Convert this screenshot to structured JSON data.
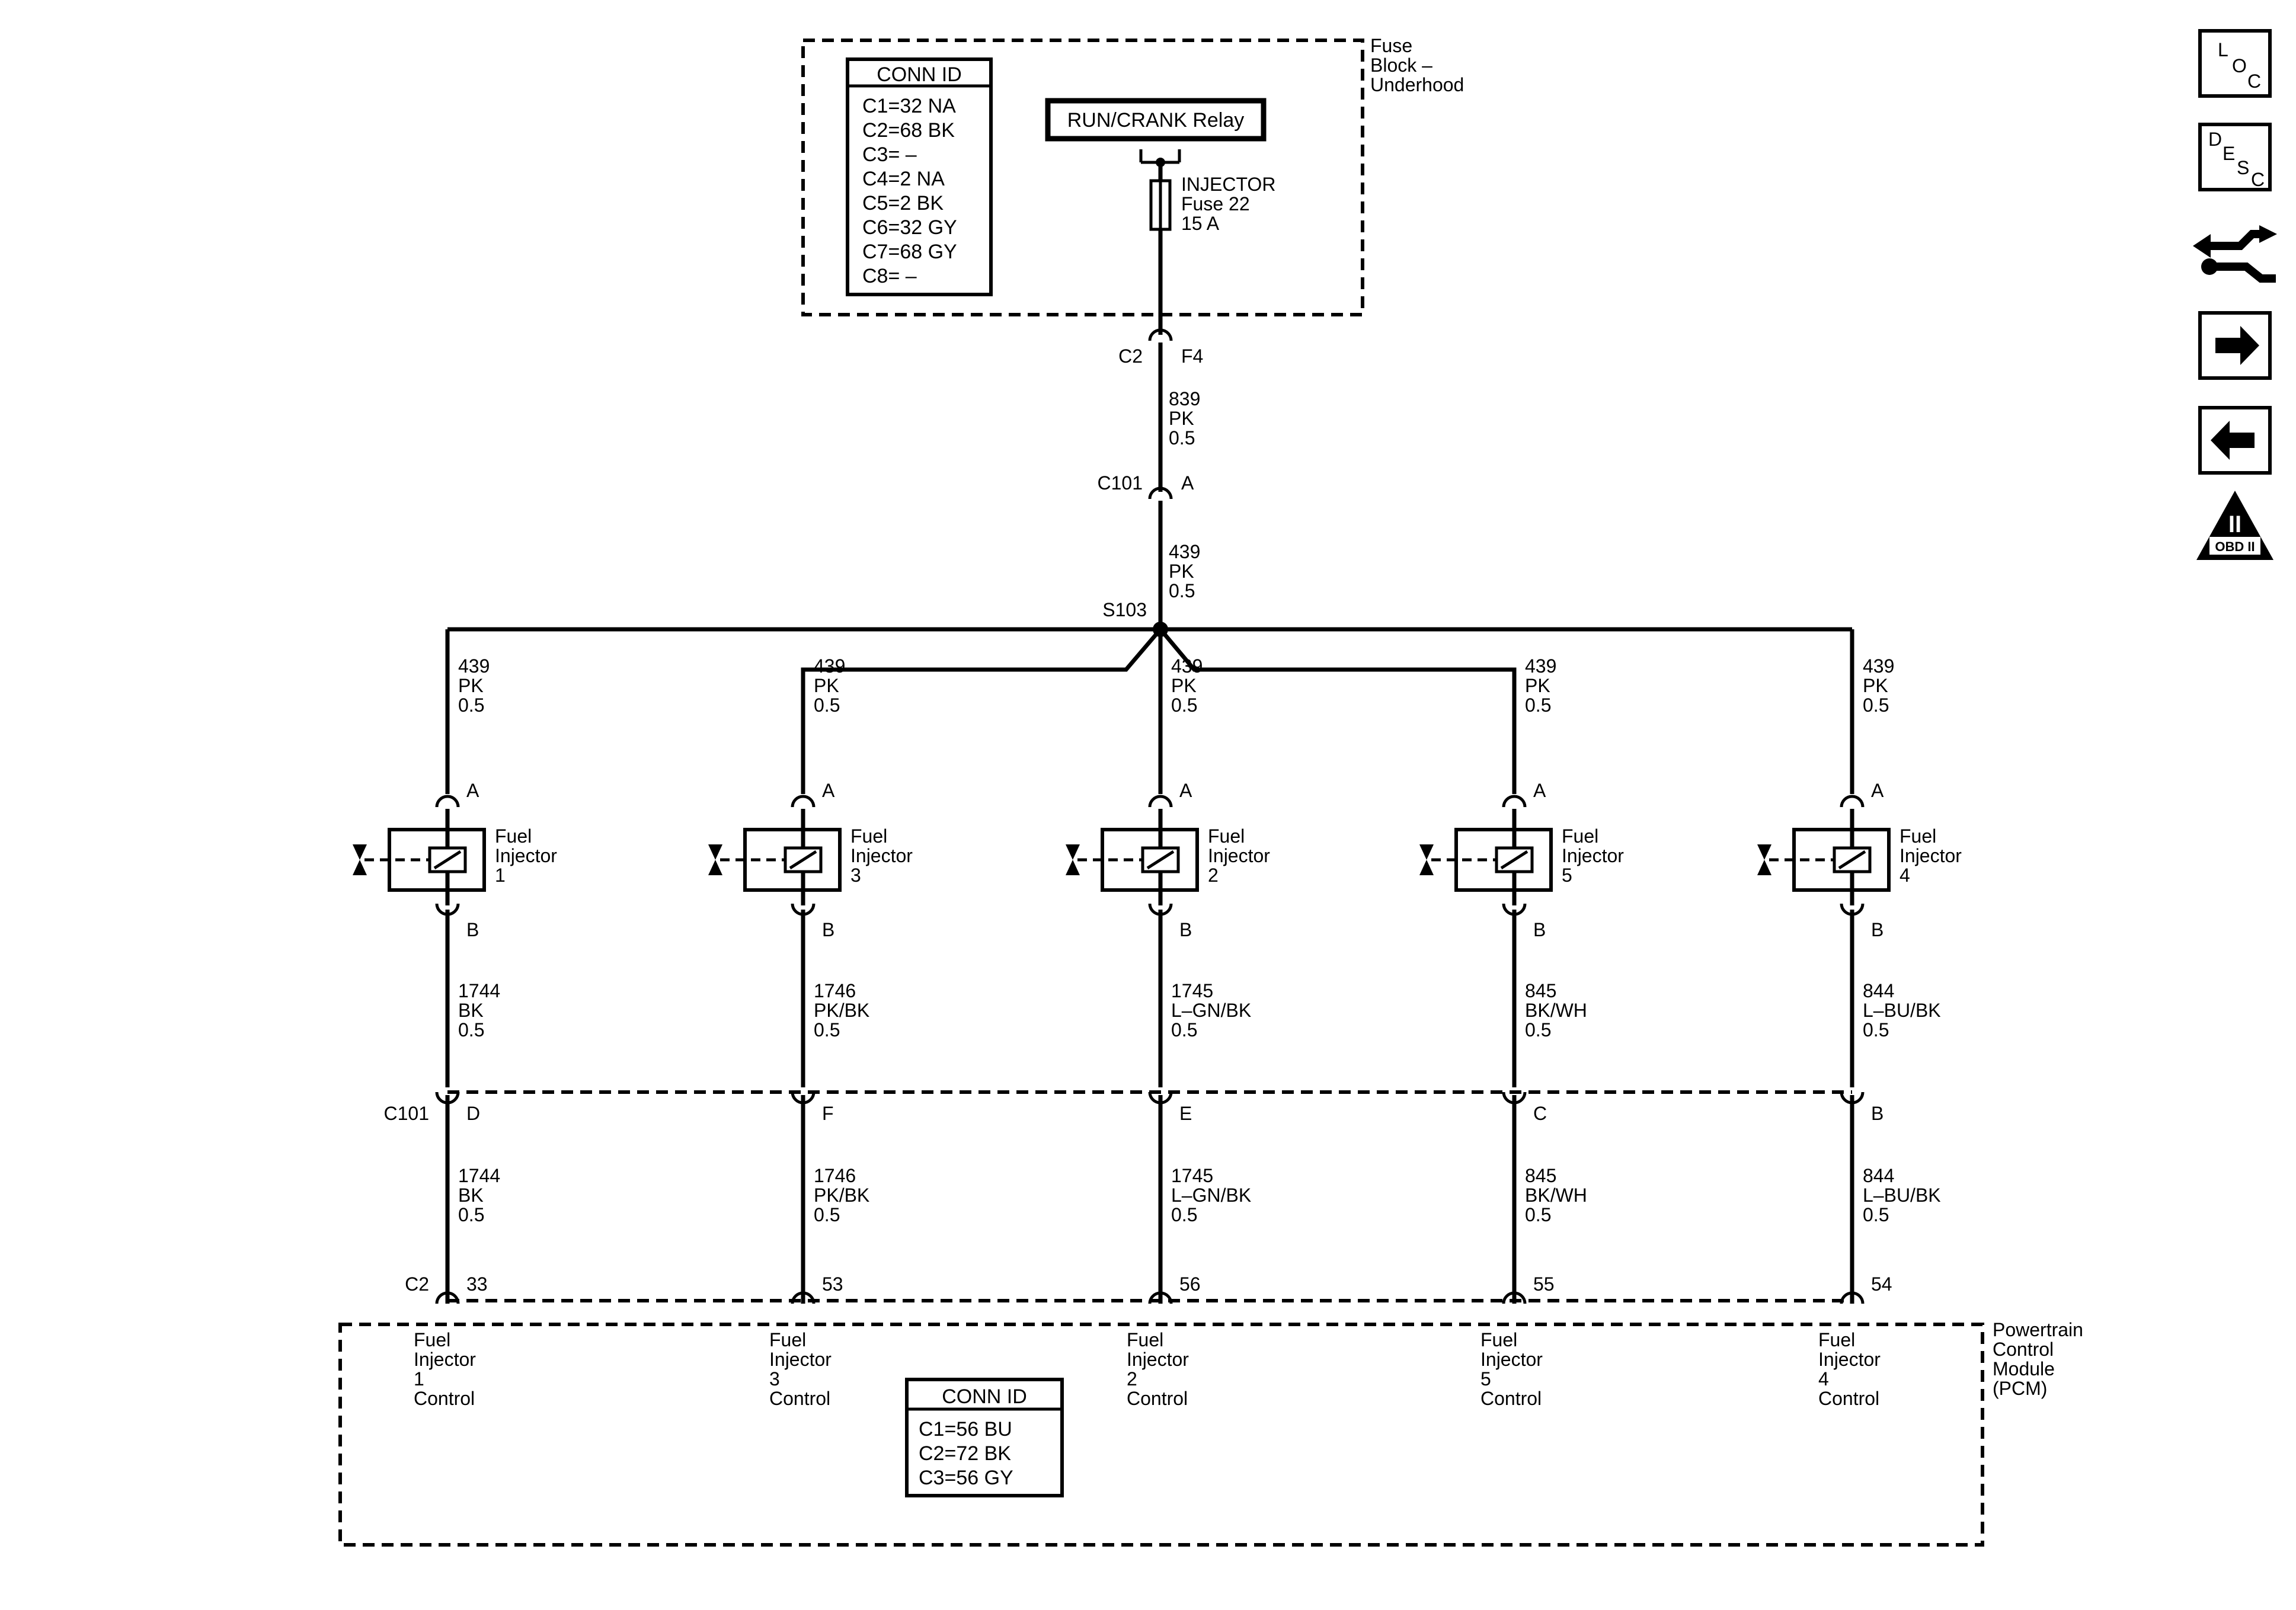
{
  "fuse_block": {
    "label_lines": [
      "Fuse",
      "Block –",
      "Underhood"
    ],
    "conn_id": {
      "title": "CONN ID",
      "rows": [
        "C1=32 NA",
        "C2=68 BK",
        "C3= –",
        "C4=2 NA",
        "C5=2 BK",
        "C6=32 GY",
        "C7=68 GY",
        "C8= –"
      ]
    },
    "relay_label": "RUN/CRANK Relay",
    "fuse_lines": [
      "INJECTOR",
      "Fuse 22",
      "15 A"
    ],
    "connector_left": "C2",
    "connector_right": "F4"
  },
  "trunk": {
    "wire_upper": [
      "839",
      "PK",
      "0.5"
    ],
    "c101_label": "C101",
    "c101_pin": "A",
    "wire_lower": [
      "439",
      "PK",
      "0.5"
    ],
    "splice": "S103"
  },
  "injectors": [
    {
      "feed": [
        "439",
        "PK",
        "0.5"
      ],
      "pin_a": "A",
      "name": [
        "Fuel",
        "Injector",
        "1"
      ],
      "pin_b": "B",
      "wire": [
        "1744",
        "BK",
        "0.5"
      ],
      "c101_pin": "D",
      "wire2": [
        "1744",
        "BK",
        "0.5"
      ],
      "pcm_pin": "33",
      "pcm_label": [
        "Fuel",
        "Injector",
        "1",
        "Control"
      ]
    },
    {
      "feed": [
        "439",
        "PK",
        "0.5"
      ],
      "pin_a": "A",
      "name": [
        "Fuel",
        "Injector",
        "3"
      ],
      "pin_b": "B",
      "wire": [
        "1746",
        "PK/BK",
        "0.5"
      ],
      "c101_pin": "F",
      "wire2": [
        "1746",
        "PK/BK",
        "0.5"
      ],
      "pcm_pin": "53",
      "pcm_label": [
        "Fuel",
        "Injector",
        "3",
        "Control"
      ]
    },
    {
      "feed": [
        "439",
        "PK",
        "0.5"
      ],
      "pin_a": "A",
      "name": [
        "Fuel",
        "Injector",
        "2"
      ],
      "pin_b": "B",
      "wire": [
        "1745",
        "L–GN/BK",
        "0.5"
      ],
      "c101_pin": "E",
      "wire2": [
        "1745",
        "L–GN/BK",
        "0.5"
      ],
      "pcm_pin": "56",
      "pcm_label": [
        "Fuel",
        "Injector",
        "2",
        "Control"
      ]
    },
    {
      "feed": [
        "439",
        "PK",
        "0.5"
      ],
      "pin_a": "A",
      "name": [
        "Fuel",
        "Injector",
        "5"
      ],
      "pin_b": "B",
      "wire": [
        "845",
        "BK/WH",
        "0.5"
      ],
      "c101_pin": "C",
      "wire2": [
        "845",
        "BK/WH",
        "0.5"
      ],
      "pcm_pin": "55",
      "pcm_label": [
        "Fuel",
        "Injector",
        "5",
        "Control"
      ]
    },
    {
      "feed": [
        "439",
        "PK",
        "0.5"
      ],
      "pin_a": "A",
      "name": [
        "Fuel",
        "Injector",
        "4"
      ],
      "pin_b": "B",
      "wire": [
        "844",
        "L–BU/BK",
        "0.5"
      ],
      "c101_pin": "B",
      "wire2": [
        "844",
        "L–BU/BK",
        "0.5"
      ],
      "pcm_pin": "54",
      "pcm_label": [
        "Fuel",
        "Injector",
        "4",
        "Control"
      ]
    }
  ],
  "c101_lower_label": "C101",
  "pcm": {
    "connector_label": "C2",
    "label_lines": [
      "Powertrain",
      "Control",
      "Module",
      "(PCM)"
    ],
    "conn_id": {
      "title": "CONN ID",
      "rows": [
        "C1=56 BU",
        "C2=72 BK",
        "C3=56 GY"
      ]
    }
  },
  "side_icons": [
    {
      "name": "loc-icon",
      "letters": [
        "L",
        "O",
        "C"
      ]
    },
    {
      "name": "desc-icon",
      "letters": [
        "D",
        "E",
        "S",
        "C"
      ]
    },
    {
      "name": "connector-path-icon"
    },
    {
      "name": "next-arrow-icon"
    },
    {
      "name": "previous-arrow-icon"
    },
    {
      "name": "obd-ii-icon",
      "letters": [
        "II",
        "OBD II"
      ]
    }
  ]
}
